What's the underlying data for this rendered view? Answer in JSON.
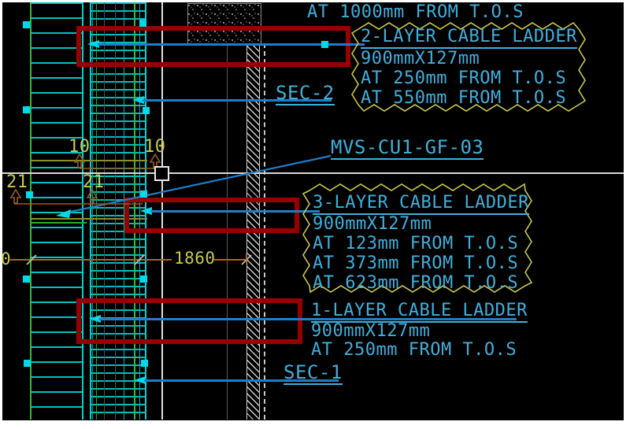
{
  "colors": {
    "background": "#000000",
    "frame": "#ffffff",
    "annotation_text": "#3fb0de",
    "leader_blue": "#1e7ec8",
    "arrow_cyan": "#00d9e9",
    "ladder_cyan": "#00c4c4",
    "rail_green": "#2ec02e",
    "cloud_yellow": "#c9c94f",
    "highlight_red": "#970000",
    "dimension_orange": "#b06020",
    "callout_brown": "#9a5a20",
    "wall_white": "#d8d8d8"
  },
  "drawing": {
    "top_note": "AT 1000mm FROM T.O.S",
    "feeder_tag": "MVS-CU1-GF-03",
    "sections": {
      "sec2": "SEC-2",
      "sec1": "SEC-1"
    },
    "ladder_notes": [
      {
        "title": "2-LAYER CABLE LADDER",
        "size": "900mmX127mm",
        "lines": [
          "AT 250mm FROM T.O.S",
          "AT 550mm FROM T.O.S"
        ],
        "cloud": true
      },
      {
        "title": "3-LAYER CABLE LADDER",
        "size": "900mmX127mm",
        "lines": [
          "AT 123mm FROM T.O.S",
          "AT 373mm FROM T.O.S",
          "AT 623mm FROM T.O.S"
        ],
        "cloud": true
      },
      {
        "title": "1-LAYER CABLE LADDER",
        "size": "900mmX127mm",
        "lines": [
          "AT 250mm FROM T.O.S"
        ],
        "cloud": false
      }
    ],
    "dimension": {
      "value": "1860",
      "left_fragment": "0"
    },
    "level_callouts": [
      "10",
      "10",
      "21",
      "21"
    ]
  }
}
